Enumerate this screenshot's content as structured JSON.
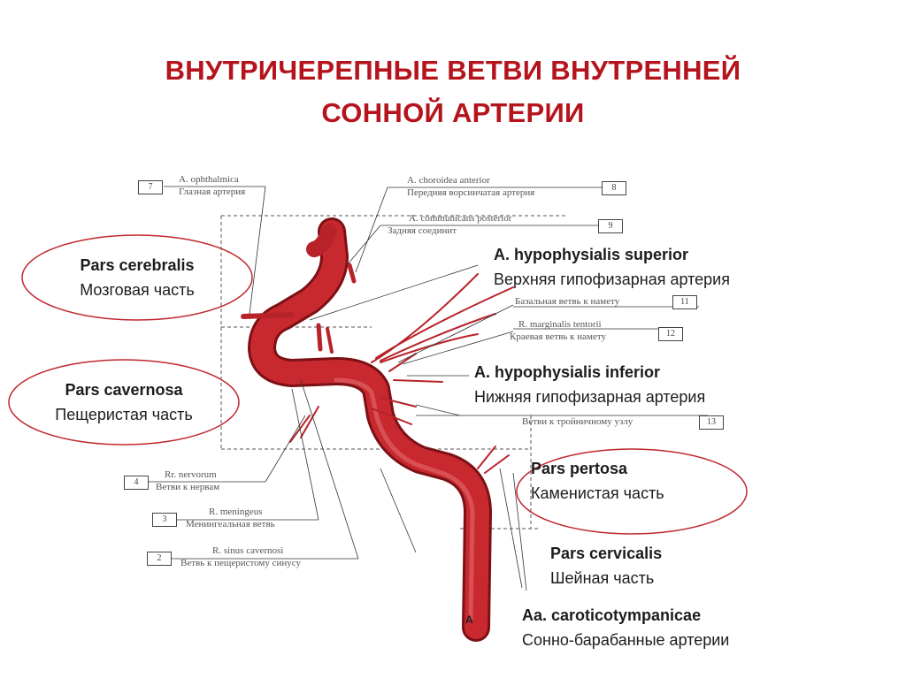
{
  "title": {
    "line1": "ВНУТРИЧЕРЕПНЫЕ ВЕТВИ ВНУТРЕННЕЙ",
    "line2": "СОННОЙ АРТЕРИИ"
  },
  "colors": {
    "title": "#b5141c",
    "artery": "#c2262c",
    "artery_dark": "#8e1419",
    "ellipse": "#c0282d",
    "leader": "#333333"
  },
  "regions": {
    "cerebralis": {
      "latin": "Pars cerebralis",
      "russian": "Мозговая часть"
    },
    "cavernosa": {
      "latin": "Pars cavernosa",
      "russian": "Пещеристая часть"
    },
    "pertosa": {
      "latin": "Pars pertosa",
      "russian": "Каменистая часть"
    },
    "cervicalis": {
      "latin": "Pars cervicalis",
      "russian": "Шейная часть"
    }
  },
  "branches": {
    "hyp_sup": {
      "latin": "A. hypophysialis superior",
      "russian": "Верхняя гипофизарная артерия"
    },
    "hyp_inf": {
      "latin": "A. hypophysialis inferior",
      "russian": "Нижняя гипофизарная артерия"
    },
    "carotico": {
      "latin": "Aa. caroticotympanicae",
      "russian": "Сонно-барабанные артерии"
    }
  },
  "small_labels": {
    "ophthalmica": {
      "latin": "A. ophthalmica",
      "russian": "Глазная артерия",
      "number": "7"
    },
    "choroidea": {
      "latin": "A. choroidea anterior",
      "russian": "Передняя ворсинчатая артерия",
      "number": "8"
    },
    "communicans": {
      "latin": "A. communicans posterior",
      "russian": "Задняя соединит",
      "number": "9"
    },
    "basal": {
      "russian": "Базальная ветвь к намету",
      "number": "11"
    },
    "marginalis": {
      "latin": "R. marginalis tentorii",
      "russian": "Краевая ветвь к намету",
      "number": "12"
    },
    "trigeminal": {
      "russian": "Ветви к тройничному узлу",
      "number": "13"
    },
    "nervorum": {
      "latin": "Rr. nervorum",
      "russian": "Ветви к нервам",
      "number": "4"
    },
    "meningeus": {
      "latin": "R. meningeus",
      "russian": "Менингеальная ветвь",
      "number": "3"
    },
    "sinus": {
      "latin": "R. sinus cavernosi",
      "russian": "Ветвь к пещеристому синусу",
      "number": "2"
    }
  },
  "figure_letter": "A"
}
